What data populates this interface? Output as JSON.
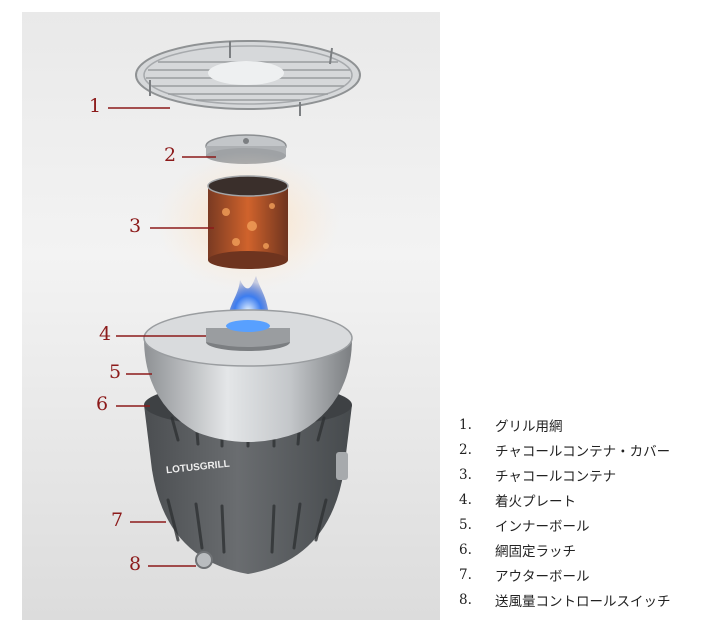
{
  "callouts": [
    "1",
    "2",
    "3",
    "4",
    "5",
    "6",
    "7",
    "8"
  ],
  "brand_text": "LOTUSGRILL",
  "legend": [
    {
      "number": "1.",
      "text": "グリル用網"
    },
    {
      "number": "2.",
      "text": "チャコールコンテナ・カバー"
    },
    {
      "number": "3.",
      "text": "チャコールコンテナ"
    },
    {
      "number": "4.",
      "text": "着火プレート"
    },
    {
      "number": "5.",
      "text": "インナーボール"
    },
    {
      "number": "6.",
      "text": "網固定ラッチ"
    },
    {
      "number": "7.",
      "text": "アウターボール"
    },
    {
      "number": "8.",
      "text": "送風量コントロールスイッチ"
    }
  ],
  "colors": {
    "callout": "#8c1a1a",
    "bowl": "#5e6164",
    "steel": "#c9cbcd"
  }
}
